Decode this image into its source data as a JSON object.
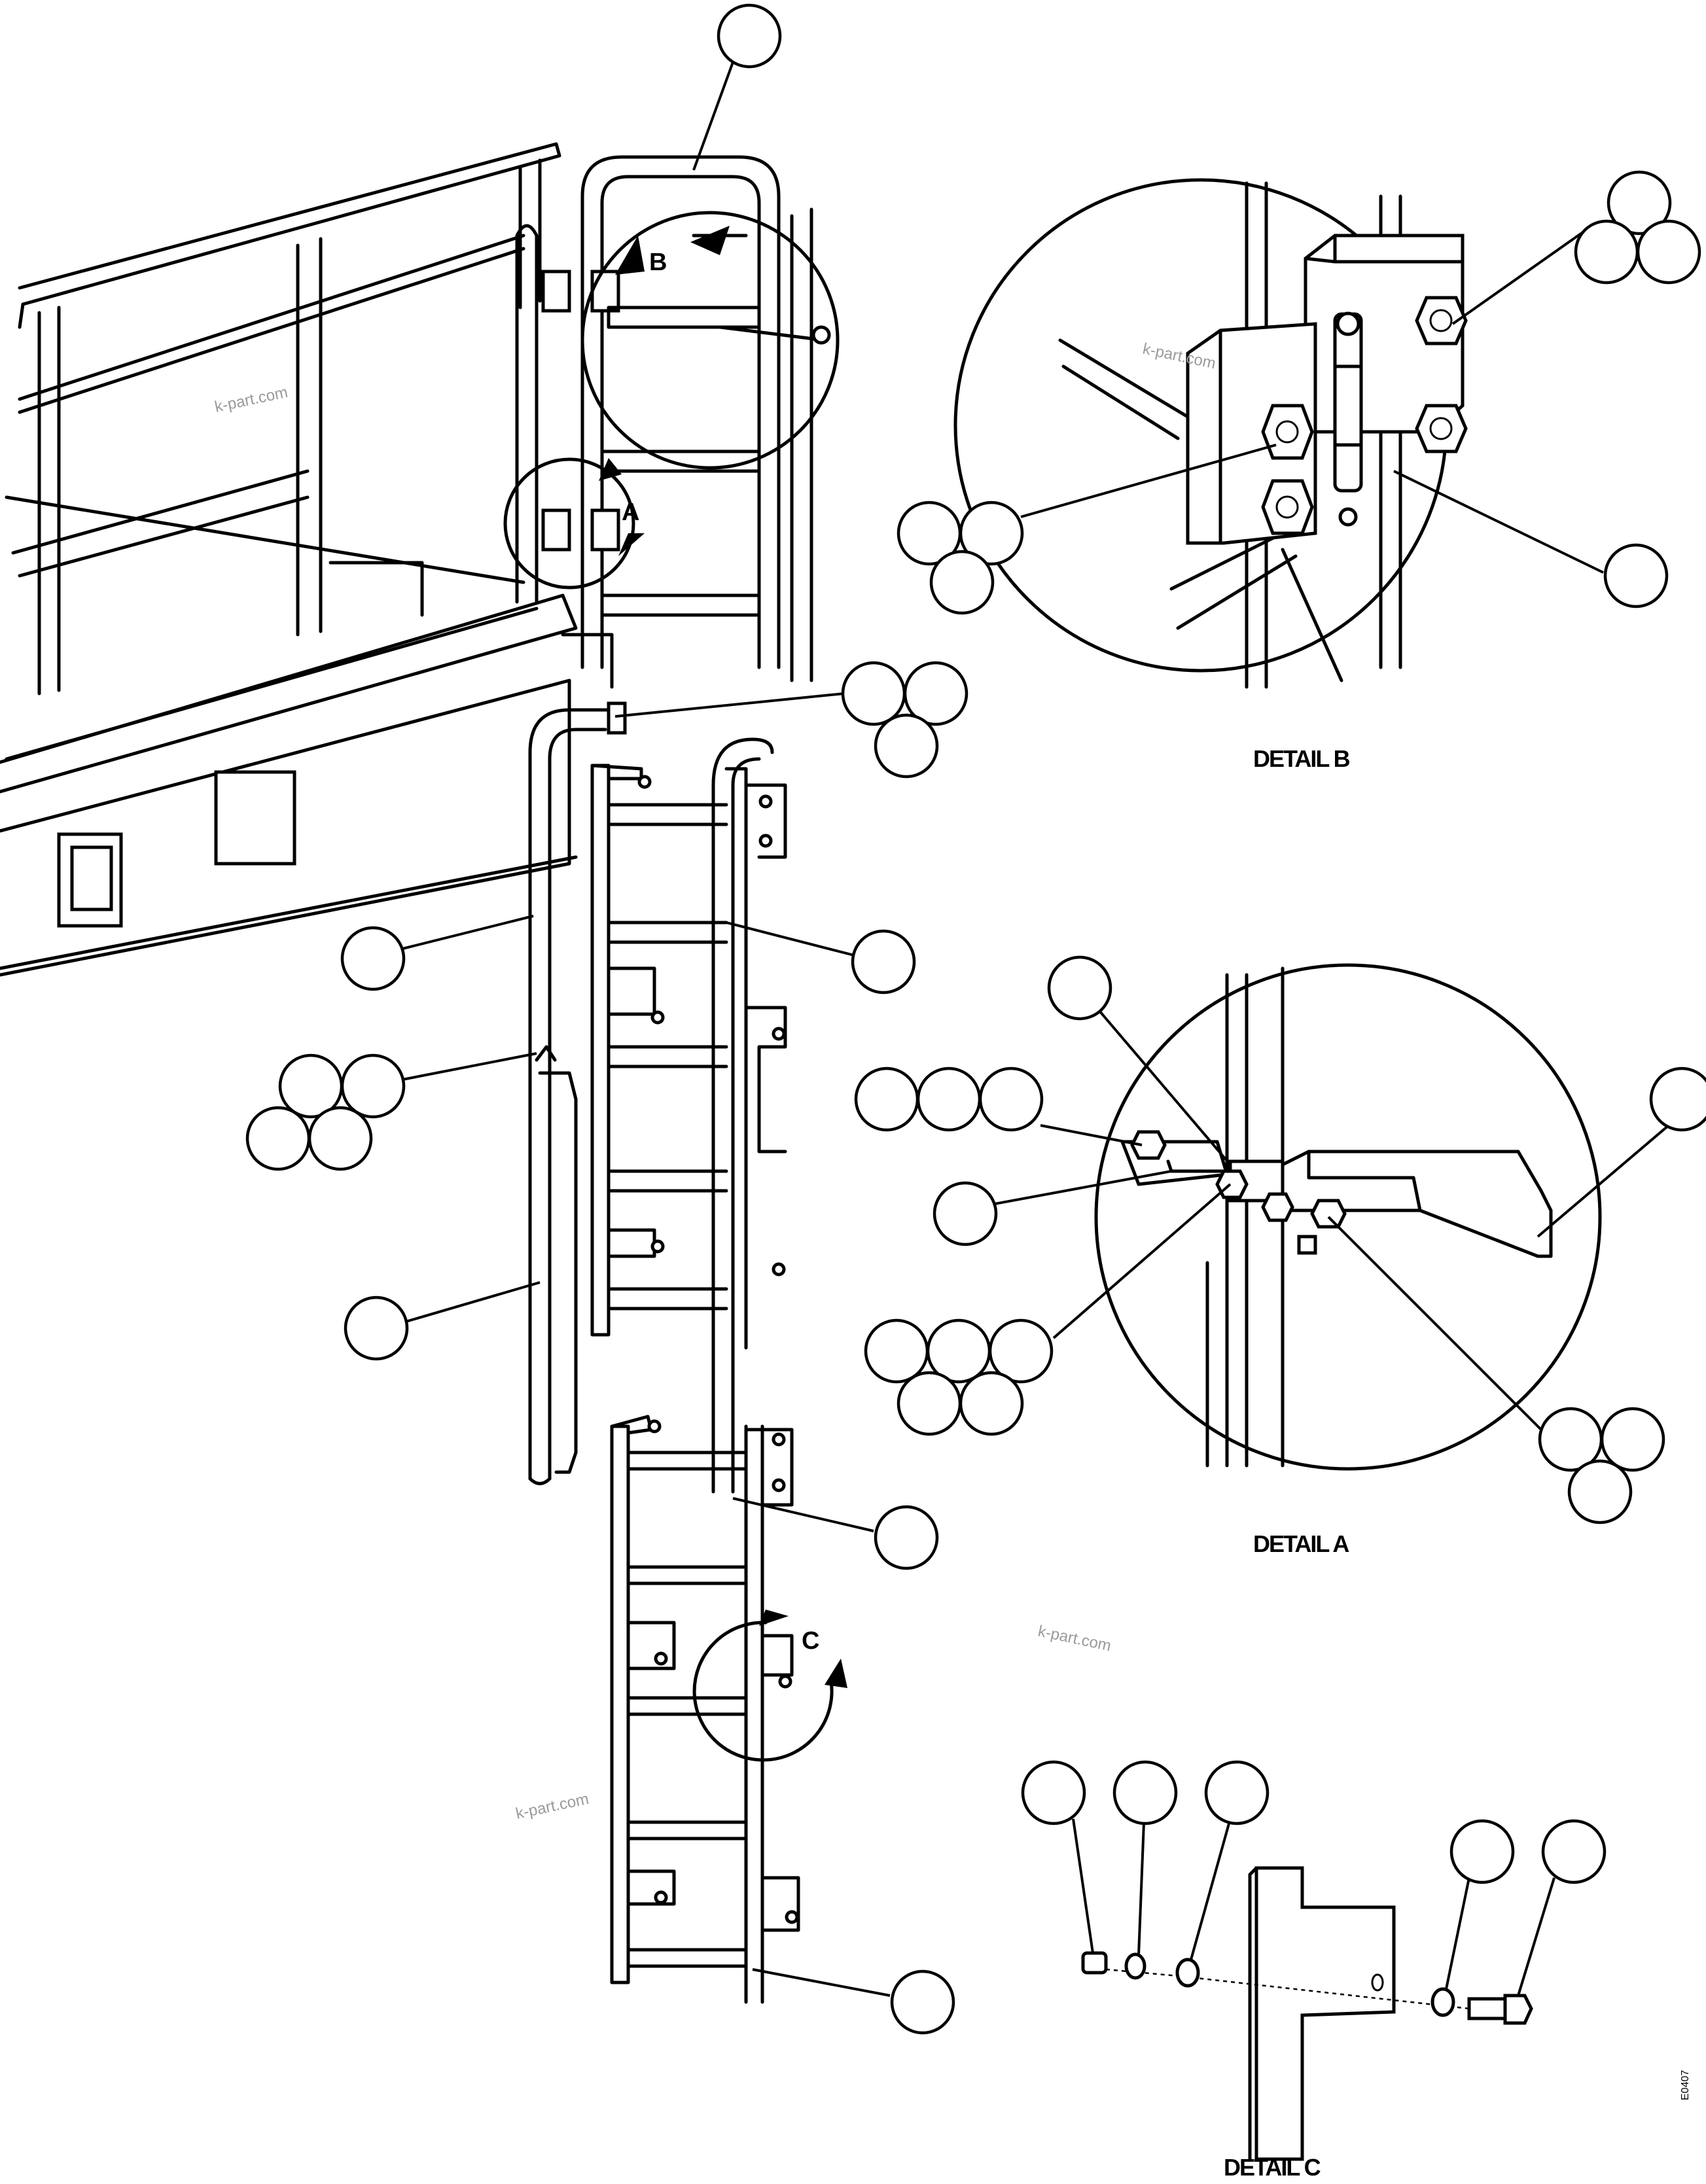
{
  "detail_titles": {
    "a": "DETAIL A",
    "b": "DETAIL B",
    "c": "DETAIL C"
  },
  "view_markers": {
    "a": "A",
    "b": "B",
    "c": "C"
  },
  "watermarks": [
    "k-part.com",
    "k-part.com",
    "k-part.com",
    "k-part.com"
  ],
  "drawing_code": "E0407"
}
